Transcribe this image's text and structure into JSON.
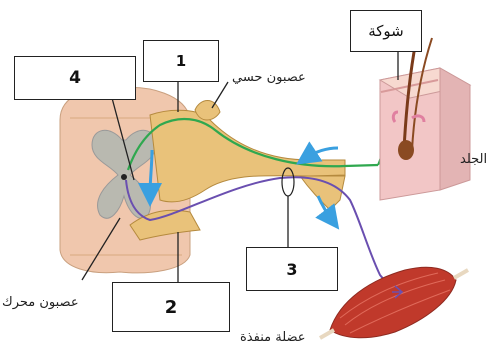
{
  "labels": {
    "box1": "1",
    "box2": "2",
    "box3": "3",
    "box4": "4",
    "thorn": "شوكة",
    "sensory_neuron": "عصبون حسي",
    "skin": "الجلد",
    "motor_neuron": "عصبون محرك",
    "effector_muscle": "عضلة منفذة"
  },
  "colors": {
    "sensory_fiber": "#2fa84f",
    "motor_fiber": "#6a4fb0",
    "nerve": "#e9c27a",
    "arrow": "#3aa0e0",
    "cord_outer": "#f0c7ad",
    "cord_inner": "#b9b9b0",
    "muscle": "#c0392b",
    "skin": "#f2c6c6"
  }
}
